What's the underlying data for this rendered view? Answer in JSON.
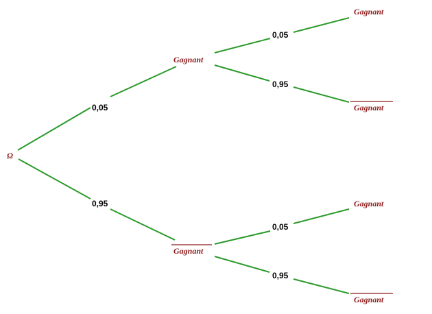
{
  "colors": {
    "edge": "#2a9a2a",
    "node_text": "#8b1a1a",
    "prob_text": "#000000"
  },
  "root": {
    "label": "Ω"
  },
  "level1": [
    {
      "label": "Gagnant",
      "complement": false,
      "prob": "0,05"
    },
    {
      "label": "Gagnant",
      "complement": true,
      "prob": "0,95"
    }
  ],
  "level2": [
    {
      "label": "Gagnant",
      "complement": false,
      "prob": "0,05"
    },
    {
      "label": "Gagnant",
      "complement": true,
      "prob": "0,95"
    },
    {
      "label": "Gagnant",
      "complement": false,
      "prob": "0,05"
    },
    {
      "label": "Gagnant",
      "complement": true,
      "prob": "0,95"
    }
  ]
}
